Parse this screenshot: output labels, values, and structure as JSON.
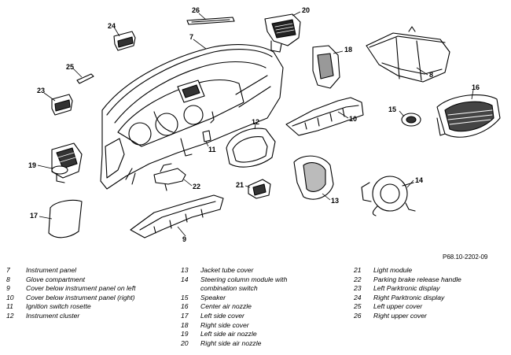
{
  "figure_reference": "P68.10-2202-09",
  "callouts": {
    "c26": "26",
    "c20": "20",
    "c24": "24",
    "c7": "7",
    "c18": "18",
    "c8": "8",
    "c25": "25",
    "c23": "23",
    "c16": "16",
    "c10": "10",
    "c15": "15",
    "c12": "12",
    "c11": "11",
    "c19": "19",
    "c22": "22",
    "c21": "21",
    "c13": "13",
    "c14": "14",
    "c17": "17",
    "c9": "9"
  },
  "legend": {
    "col1": [
      {
        "num": "7",
        "text": "Instrument panel"
      },
      {
        "num": "8",
        "text": "Glove compartment"
      },
      {
        "num": "9",
        "text": "Cover below instrument panel on left"
      },
      {
        "num": "10",
        "text": "Cover below instrument panel (right)"
      },
      {
        "num": "11",
        "text": "Ignition switch rosette"
      },
      {
        "num": "12",
        "text": "Instrument cluster"
      }
    ],
    "col2": [
      {
        "num": "13",
        "text": "Jacket tube cover"
      },
      {
        "num": "14",
        "text": "Steering column module with"
      },
      {
        "num": "",
        "text": "combination switch"
      },
      {
        "num": "15",
        "text": "Speaker"
      },
      {
        "num": "16",
        "text": "Center air nozzle"
      },
      {
        "num": "17",
        "text": "Left side cover"
      },
      {
        "num": "18",
        "text": "Right side cover"
      },
      {
        "num": "19",
        "text": "Left side air nozzle"
      },
      {
        "num": "20",
        "text": "Right side air nozzle"
      }
    ],
    "col3": [
      {
        "num": "21",
        "text": "Light module"
      },
      {
        "num": "22",
        "text": "Parking brake release handle"
      },
      {
        "num": "23",
        "text": "Left Parktronic display"
      },
      {
        "num": "24",
        "text": "Right Parktronic display"
      },
      {
        "num": "25",
        "text": "Left upper cover"
      },
      {
        "num": "26",
        "text": "Right upper cover"
      }
    ]
  }
}
